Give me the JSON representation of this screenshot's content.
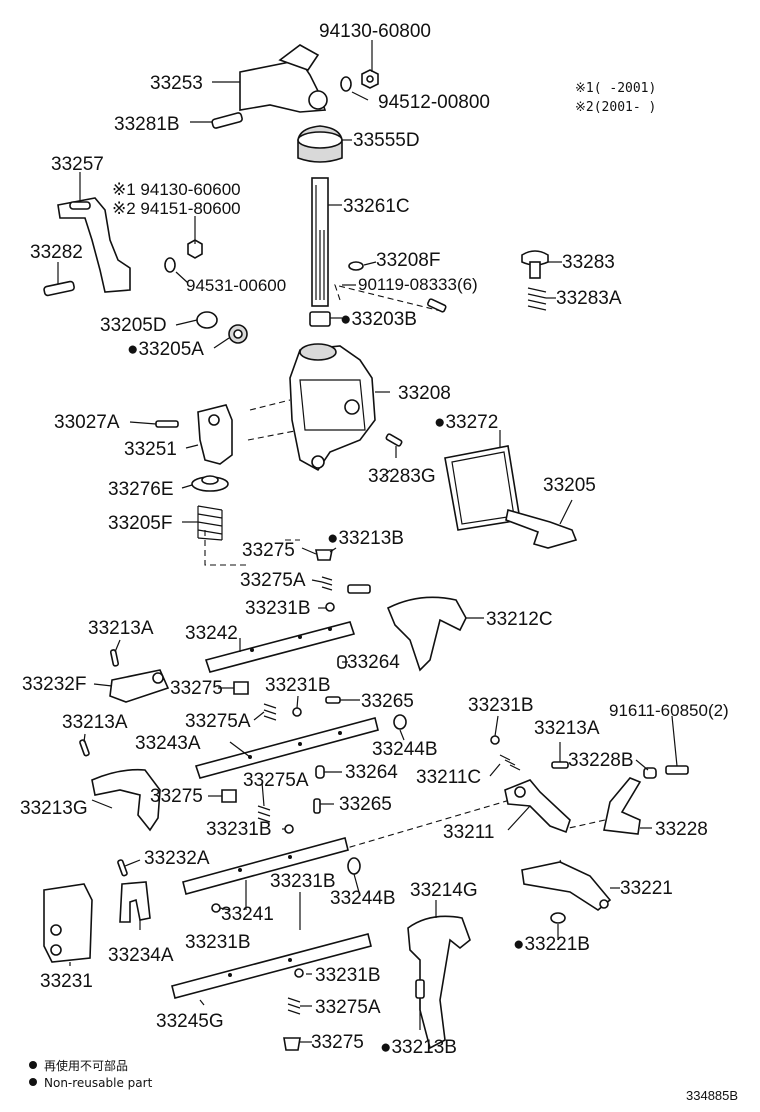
{
  "notes": {
    "note1": "※1(     -2001)",
    "note2": "※2(2001-     )"
  },
  "parts": {
    "p94130_60800": "94130-60800",
    "p33253": "33253",
    "p94512_00800": "94512-00800",
    "p33281B": "33281B",
    "p33555D": "33555D",
    "p33257": "33257",
    "p94130_60600": "※1 94130-60600",
    "p94151_80600": "※2 94151-80600",
    "p33261C": "33261C",
    "p33282": "33282",
    "p94531_00600": "94531-00600",
    "p33208F": "33208F",
    "p90119_08333": "90119-08333(6)",
    "p33283": "33283",
    "p33283A": "33283A",
    "p33205D": "33205D",
    "p33203B": "●33203B",
    "p33205A": "●33205A",
    "p33208": "33208",
    "p33027A": "33027A",
    "p33272": "●33272",
    "p33251": "33251",
    "p33283G": "33283G",
    "p33205": "33205",
    "p33276E": "33276E",
    "p33205F": "33205F",
    "p33213B_1": "●33213B",
    "p33275_1": "33275",
    "p33275A_1": "33275A",
    "p33231B_1": "33231B",
    "p33212C": "33212C",
    "p33213A_1": "33213A",
    "p33242": "33242",
    "p33264_1": "33264",
    "p33232F": "33232F",
    "p33275_2": "33275",
    "p33231B_2": "33231B",
    "p33265_1": "33265",
    "p33231B_3": "33231B",
    "p33213A_2": "33213A",
    "p33275A_2": "33275A",
    "p33243A": "33243A",
    "p33244B_1": "33244B",
    "p33213A_3": "33213A",
    "p91611_60850": "91611-60850(2)",
    "p33264_2": "33264",
    "p33211C": "33211C",
    "p33228B": "33228B",
    "p33275A_3": "33275A",
    "p33275_3": "33275",
    "p33265_2": "33265",
    "p33213G": "33213G",
    "p33231B_4": "33231B",
    "p33211": "33211",
    "p33228": "33228",
    "p33232A": "33232A",
    "p33231B_5": "33231B",
    "p33244B_2": "33244B",
    "p33214G": "33214G",
    "p33221": "33221",
    "p33241": "33241",
    "p33231B_6": "33231B",
    "p33234A": "33234A",
    "p33221B": "●33221B",
    "p33231": "33231",
    "p33231B_7": "33231B",
    "p33275A_4": "33275A",
    "p33245G": "33245G",
    "p33275_4": "33275",
    "p33213B_2": "●33213B"
  },
  "legend": {
    "jp": "再使用不可部品",
    "en": "Non-reusable part"
  },
  "diagram_code": "334885B"
}
